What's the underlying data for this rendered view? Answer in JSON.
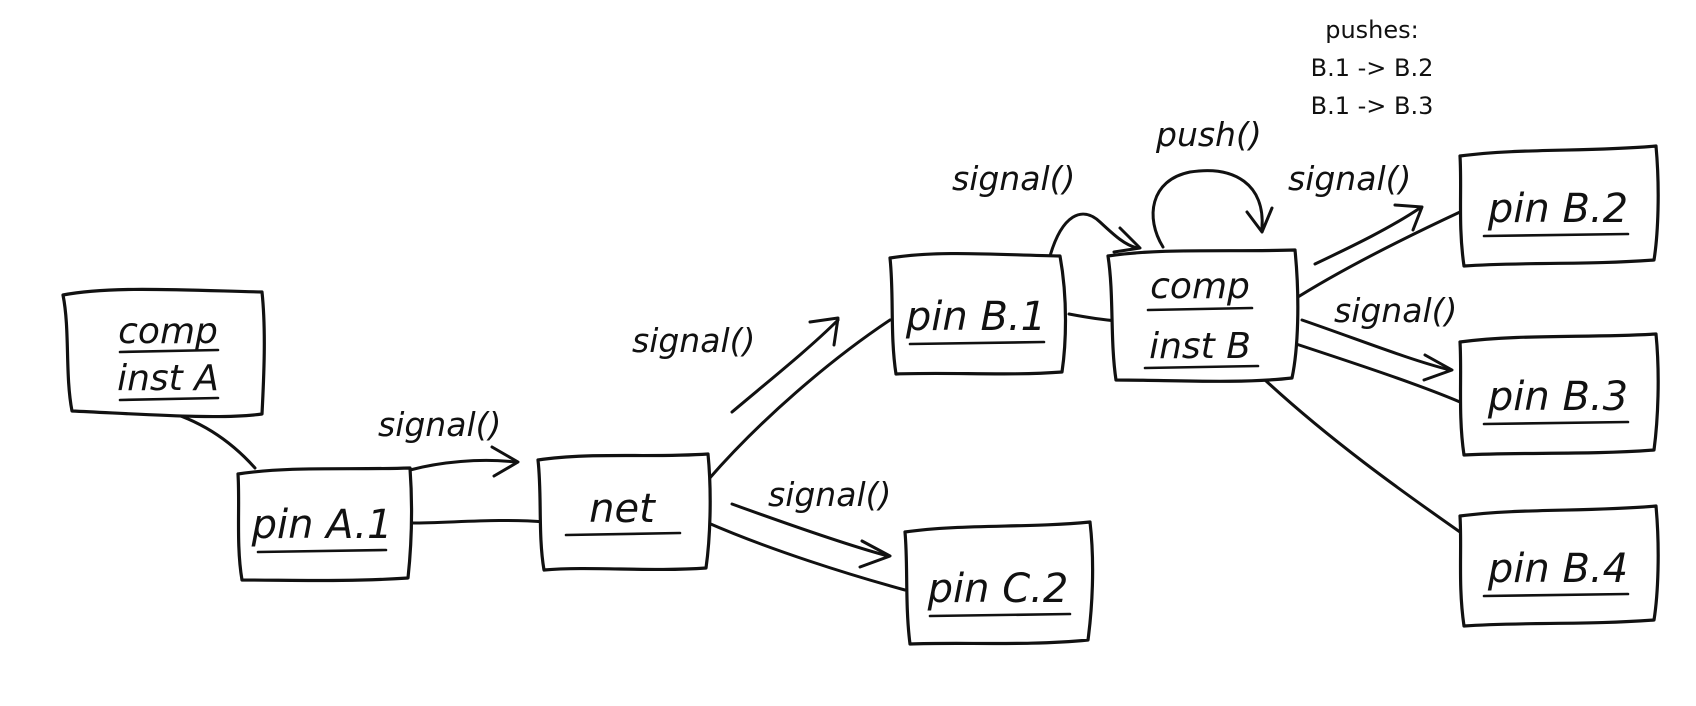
{
  "nodes": {
    "comp_inst_a": {
      "line1": "comp",
      "line2": "inst A"
    },
    "pin_a1": {
      "label": "pin A.1"
    },
    "net": {
      "label": "net"
    },
    "pin_b1": {
      "label": "pin B.1"
    },
    "comp_inst_b": {
      "line1": "comp",
      "line2": "inst B"
    },
    "pin_c2": {
      "label": "pin C.2"
    },
    "pin_b2": {
      "label": "pin B.2"
    },
    "pin_b3": {
      "label": "pin B.3"
    },
    "pin_b4": {
      "label": "pin B.4"
    }
  },
  "messages": {
    "a1_to_net": "signal()",
    "net_to_b1": "signal()",
    "net_to_c2": "signal()",
    "b1_to_compb": "signal()",
    "compb_to_b2": "signal()",
    "compb_to_b3": "signal()",
    "compb_self": "push()"
  },
  "note": {
    "title": "pushes:",
    "lines": [
      "B.1 -> B.2",
      "B.1 -> B.3"
    ]
  },
  "colors": {
    "ink": "#111111",
    "paper": "#ffffff"
  }
}
